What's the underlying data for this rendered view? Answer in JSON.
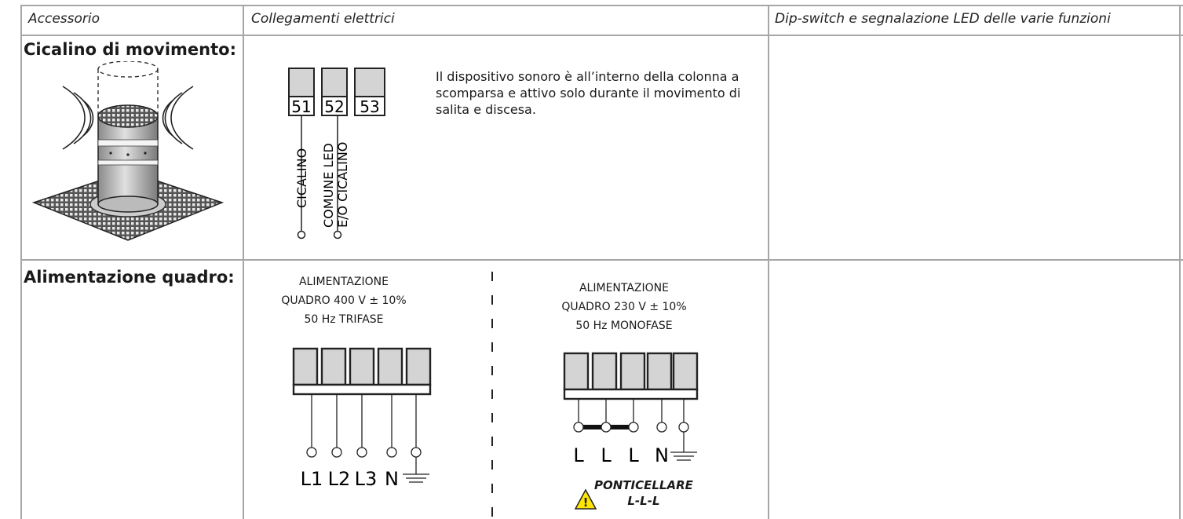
{
  "headers": {
    "col1": "Accessorio",
    "col2": "Collegamenti elettrici",
    "col3": "Dip-switch e segnalazione LED delle varie funzioni"
  },
  "rows": [
    {
      "title": "Cicalino di movimento:",
      "terminals": [
        "51",
        "52",
        "53"
      ],
      "wire_labels": [
        "CICALINO",
        "COMUNE LED",
        "E/O CICALINO"
      ],
      "description": "Il dispositivo sonoro è all’interno della colonna a scomparsa e attivo solo durante il movimento di salita e discesa."
    },
    {
      "title": "Alimentazione quadro:",
      "left": {
        "caption": [
          "ALIMENTAZIONE",
          "QUADRO 400 V ± 10%",
          "50 Hz TRIFASE"
        ],
        "labels": [
          "L1",
          "L2",
          "L3",
          "N"
        ]
      },
      "right": {
        "caption": [
          "ALIMENTAZIONE",
          "QUADRO 230 V ± 10%",
          "50 Hz MONOFASE"
        ],
        "labels": [
          "L",
          "L",
          "L",
          "N"
        ],
        "warning": [
          "PONTICELLARE",
          "L-L-L"
        ]
      }
    }
  ]
}
